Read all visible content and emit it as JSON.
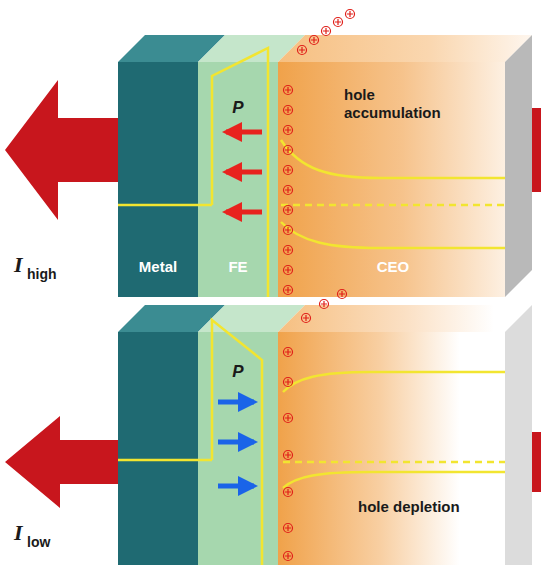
{
  "diagram": {
    "nodes": [
      {
        "text": [
          "Metal"
        ]
      },
      {
        "text": [
          "P",
          "FE"
        ]
      },
      {
        "text": [
          "hole accumulation",
          "CEO"
        ]
      },
      {
        "text": [
          "P"
        ]
      },
      {
        "text": [
          "hole depletion"
        ]
      }
    ],
    "labels": [
      "I",
      "high",
      "I",
      "low"
    ]
  }
}
